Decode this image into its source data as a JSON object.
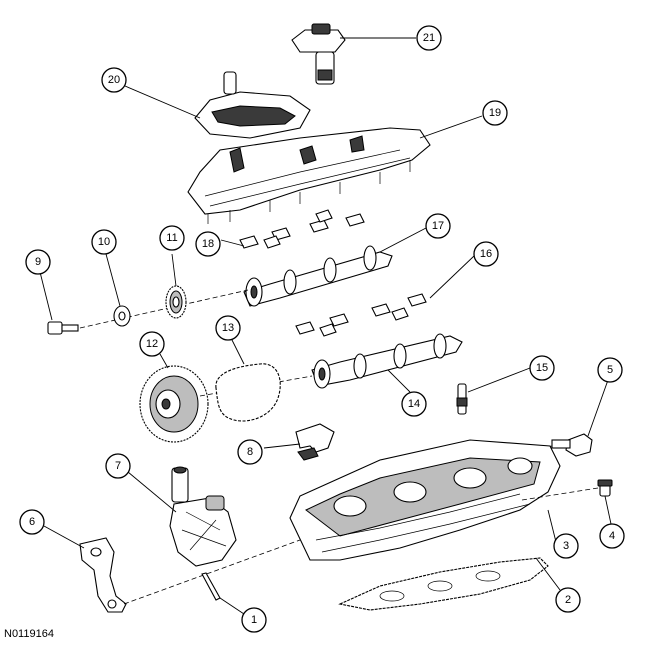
{
  "figure_id": "N0119164",
  "callouts": {
    "c1": "1",
    "c2": "2",
    "c3": "3",
    "c4": "4",
    "c5": "5",
    "c6": "6",
    "c7": "7",
    "c8": "8",
    "c9": "9",
    "c10": "10",
    "c11": "11",
    "c12": "12",
    "c13": "13",
    "c14": "14",
    "c15": "15",
    "c16": "16",
    "c17": "17",
    "c18": "18",
    "c19": "19",
    "c20": "20",
    "c21": "21"
  }
}
